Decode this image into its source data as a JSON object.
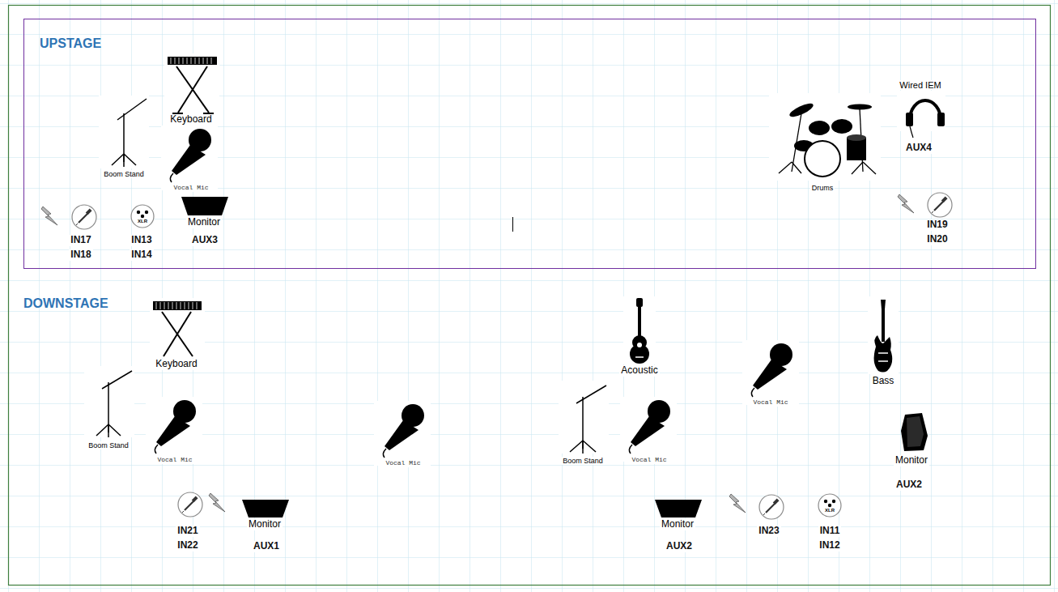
{
  "diagram": {
    "nodes": [
      {
        "text": [
          "UPSTAGE"
        ]
      }
    ],
    "labels": [
      "Keyboard",
      "Boom Stand",
      "Vocal Mic",
      "XLR",
      "Monitor",
      "IN17",
      "IN18",
      "IN13",
      "IN14",
      "AUX3",
      "Wired IEM",
      "AUX4",
      "Drums",
      "IN19",
      "IN20",
      "DOWNSTAGE",
      "Keyboard",
      "Acoustic",
      "Bass",
      "Vocal Mic",
      "Boom Stand",
      "Vocal Mic",
      "Vocal Mic",
      "Boom Stand",
      "Vocal Mic",
      "Monitor",
      "AUX2",
      "XLR",
      "IN21",
      "IN22",
      "Monitor",
      "AUX1",
      "Monitor",
      "AUX2",
      "IN23",
      "IN11",
      "IN12"
    ]
  }
}
